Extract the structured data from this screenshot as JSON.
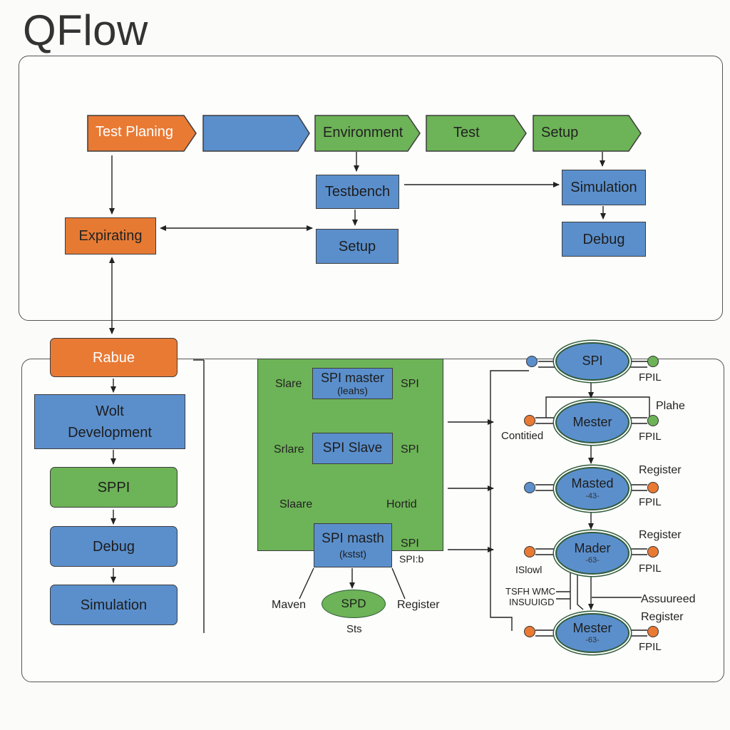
{
  "title": "QFlow",
  "top_flow": {
    "chevrons": [
      "Test Planing",
      "",
      "Environment",
      "Test",
      "Setup"
    ],
    "testbench": "Testbench",
    "setup": "Setup",
    "simulation": "Simulation",
    "debug": "Debug",
    "expirating": "Expirating"
  },
  "left_column": {
    "rabue": "Rabue",
    "wolt_line1": "Wolt",
    "wolt_line2": "Development",
    "sppi": "SPPI",
    "debug": "Debug",
    "simulation": "Simulation"
  },
  "center_block": {
    "master_top": "SPI master",
    "master_top_sub": "(leahs)",
    "slave": "SPI Slave",
    "master_bottom": "SPI masth",
    "master_bottom_sub": "(kstst)",
    "sd": "SPD",
    "labels": {
      "slare_1": "Slare",
      "spi_1": "SPI",
      "srlare": "Srlare",
      "spi_2": "SPI",
      "slaare": "Slaare",
      "hortid": "Hortid",
      "spi_3": "SPI",
      "spi_b": "SPI:b",
      "maven": "Maven",
      "register": "Register",
      "sts": "Sts"
    }
  },
  "right_chain": {
    "ovals": [
      {
        "label": "SPI",
        "sub": ""
      },
      {
        "label": "Mester",
        "sub": ""
      },
      {
        "label": "Masted",
        "sub": "-43-"
      },
      {
        "label": "Mader",
        "sub": "-63-"
      },
      {
        "label": "Mester",
        "sub": "-63-"
      }
    ],
    "labels": {
      "fpil_1": "FPIL",
      "plahe": "Plahe",
      "contitied": "Contitied",
      "fpil_2": "FPIL",
      "register_1": "Register",
      "fpil_3": "FPIL",
      "register_2": "Register",
      "isiowl": "ISlowl",
      "fpil_4": "FPIL",
      "tsfh": "TSFH WMC",
      "insuuigd": "INSUUIGD",
      "assuureed": "Assuureed",
      "register_3": "Register",
      "fpil_5": "FPIL"
    }
  },
  "colors": {
    "orange": "#e97a34",
    "blue": "#5b8fcc",
    "green": "#6db357"
  }
}
